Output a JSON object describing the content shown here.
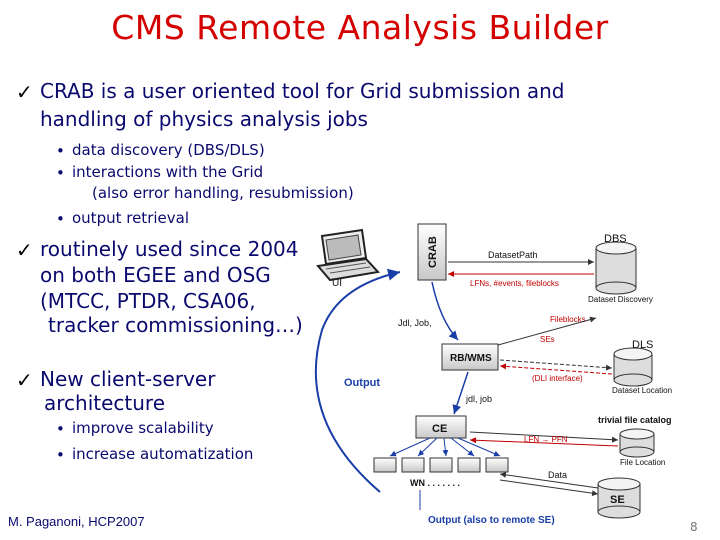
{
  "title": "CMS Remote Analysis Builder",
  "bullets": {
    "b1_line1": "CRAB is a user oriented tool for Grid submission and",
    "b1_line2": "handling of physics analysis jobs",
    "b1_sub": [
      "data discovery (DBS/DLS)",
      "interactions with the Grid",
      "(also error handling, resubmission)",
      "output retrieval"
    ],
    "b2_lines": [
      "routinely used since 2004",
      "on both EGEE and OSG",
      "(MTCC, PTDR, CSA06,",
      "tracker commissioning…)"
    ],
    "b3_lines": [
      "New client-server",
      "architecture"
    ],
    "b3_sub": [
      "improve scalability",
      "increase automatization"
    ]
  },
  "diagram": {
    "ui": "UI",
    "crab": "CRAB",
    "dbs": "DBS",
    "dataset_path": "DatasetPath",
    "lfns": "LFNs, #events, fileblocks",
    "dataset_discovery": "Dataset Discovery",
    "jdl_job_top": "Jdl, Job,",
    "fileblocks": "Fileblocks",
    "ses": "SEs",
    "dls": "DLS",
    "rb_wms": "RB/WMS",
    "dli": "(DLI interface)",
    "dataset_location": "Dataset Location",
    "output": "Output",
    "jdl_job": "jdl, job",
    "trivial_catalog": "trivial file catalog",
    "ce": "CE",
    "lfn_pfn": "LFN → PFN",
    "file_location": "File Location",
    "data": "Data",
    "wn": "WN . . . . . . .",
    "se": "SE",
    "output_remote": "Output (also to remote SE)"
  },
  "footer": "M. Paganoni, HCP2007",
  "page_number": "8"
}
